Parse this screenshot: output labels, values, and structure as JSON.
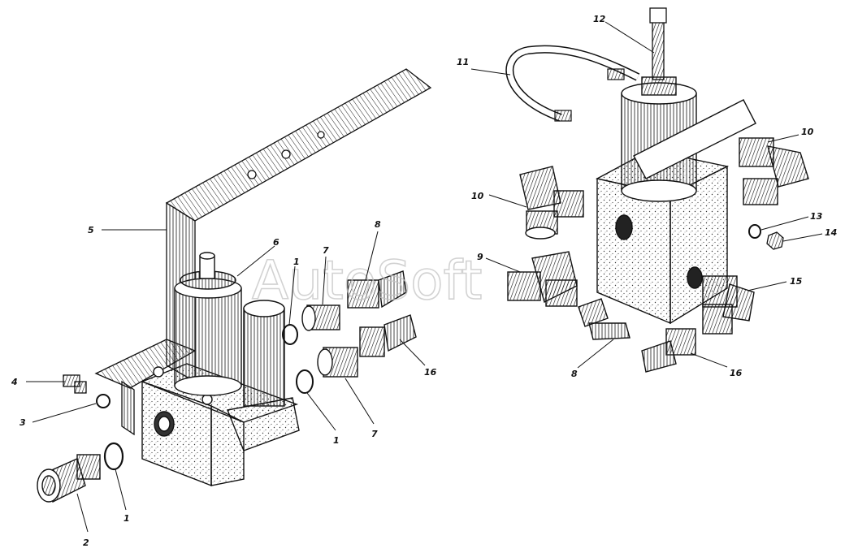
{
  "watermark": "AutoSoft",
  "callouts": {
    "c1_a": "1",
    "c1_b": "1",
    "c1_c": "1",
    "c2": "2",
    "c3": "3",
    "c4": "4",
    "c5": "5",
    "c6": "6",
    "c7_a": "7",
    "c7_b": "7",
    "c8_a": "8",
    "c8_b": "8",
    "c9": "9",
    "c10_a": "10",
    "c10_b": "10",
    "c11": "11",
    "c12": "12",
    "c13": "13",
    "c14": "14",
    "c15": "15",
    "c16_a": "16",
    "c16_b": "16"
  }
}
